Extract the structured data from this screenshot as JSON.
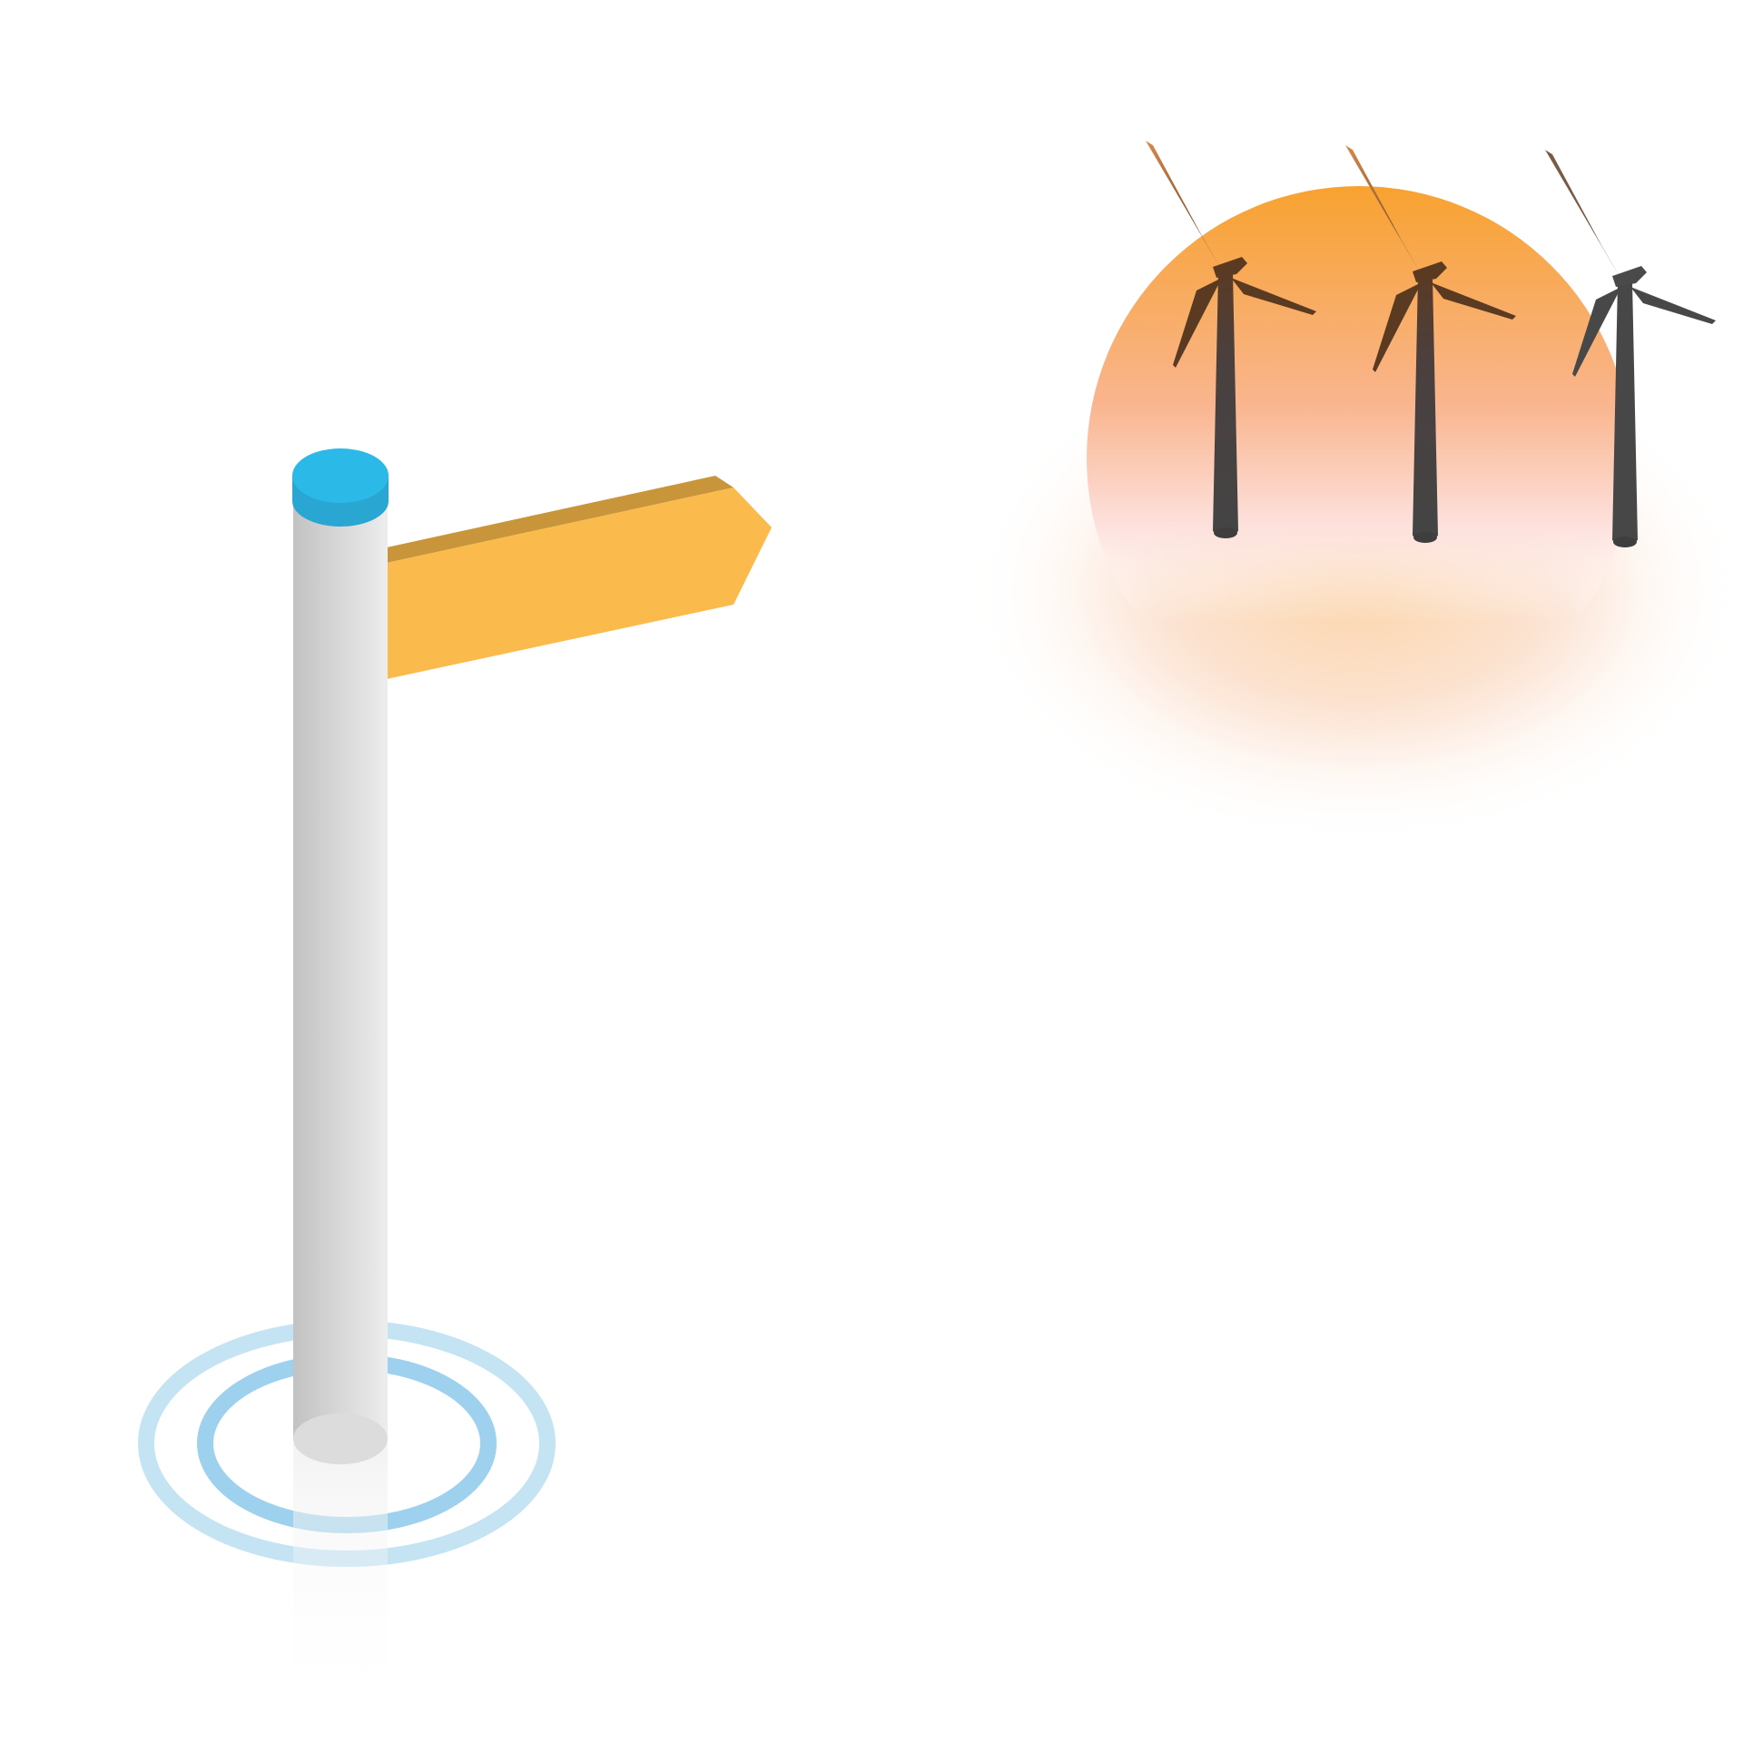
{
  "scene": {
    "description_visible_text": "",
    "elements": {
      "signpost": {
        "icon": "signpost-icon",
        "sign_direction": "right"
      },
      "sun": {
        "icon": "setting-sun-icon"
      },
      "wind_turbines": {
        "icon": "wind-turbine-icon",
        "count": 3
      },
      "ground_rings": {
        "icon": "location-ripple-icon",
        "count": 2
      }
    }
  },
  "colors": {
    "background": "#ffffff",
    "pole_light": "#ededed",
    "pole_dark": "#c2c2c2",
    "cap_top": "#2bb9e8",
    "cap_side": "#29a6d2",
    "sign_face": "#fbbb4c",
    "sign_edge": "#c8953a",
    "ring_outer": "#c4e4f4",
    "ring_inner": "#9dd1ee",
    "sun_top": "#f8a230",
    "sun_mid": "#f9b58e",
    "sun_fade": "#fde0dc",
    "glow": "#fcd9b0",
    "turbine_tower": "#444444",
    "turbine_blade": "#5b3a22"
  }
}
